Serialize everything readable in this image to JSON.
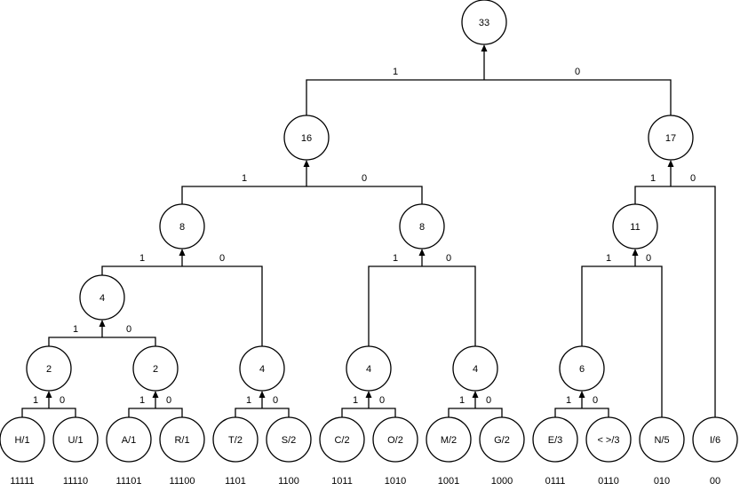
{
  "diagram": {
    "root": "n33",
    "nodes": {
      "n33": {
        "label": "33"
      },
      "n16": {
        "label": "16"
      },
      "n17": {
        "label": "17"
      },
      "n8a": {
        "label": "8"
      },
      "n8b": {
        "label": "8"
      },
      "n11": {
        "label": "11"
      },
      "n4a": {
        "label": "4"
      },
      "n2a": {
        "label": "2"
      },
      "n2b": {
        "label": "2"
      },
      "n4b": {
        "label": "4"
      },
      "n4c": {
        "label": "4"
      },
      "n4d": {
        "label": "4"
      },
      "n6": {
        "label": "6"
      },
      "H": {
        "label": "H/1",
        "code": "11111"
      },
      "U": {
        "label": "U/1",
        "code": "11110"
      },
      "A": {
        "label": "A/1",
        "code": "11101"
      },
      "R": {
        "label": "R/1",
        "code": "11100"
      },
      "T": {
        "label": "T/2",
        "code": "1101"
      },
      "S": {
        "label": "S/2",
        "code": "1100"
      },
      "C": {
        "label": "C/2",
        "code": "1011"
      },
      "O": {
        "label": "O/2",
        "code": "1010"
      },
      "M": {
        "label": "M/2",
        "code": "1001"
      },
      "G": {
        "label": "G/2",
        "code": "1000"
      },
      "E": {
        "label": "E/3",
        "code": "0111"
      },
      "SP": {
        "label": "< >/3",
        "code": "0110"
      },
      "N": {
        "label": "N/5",
        "code": "010"
      },
      "I": {
        "label": "I/6",
        "code": "00"
      }
    },
    "edges": [
      {
        "parent": "n33",
        "left": "n16",
        "right": "n17",
        "left_bit": "1",
        "right_bit": "0"
      },
      {
        "parent": "n16",
        "left": "n8a",
        "right": "n8b",
        "left_bit": "1",
        "right_bit": "0"
      },
      {
        "parent": "n17",
        "left": "n11",
        "right": "I",
        "left_bit": "1",
        "right_bit": "0"
      },
      {
        "parent": "n8a",
        "left": "n4a",
        "right": "n4b",
        "left_bit": "1",
        "right_bit": "0"
      },
      {
        "parent": "n8b",
        "left": "n4c",
        "right": "n4d",
        "left_bit": "1",
        "right_bit": "0"
      },
      {
        "parent": "n11",
        "left": "n6",
        "right": "N",
        "left_bit": "1",
        "right_bit": "0"
      },
      {
        "parent": "n4a",
        "left": "n2a",
        "right": "n2b",
        "left_bit": "1",
        "right_bit": "0"
      },
      {
        "parent": "n2a",
        "left": "H",
        "right": "U",
        "left_bit": "1",
        "right_bit": "0"
      },
      {
        "parent": "n2b",
        "left": "A",
        "right": "R",
        "left_bit": "1",
        "right_bit": "0"
      },
      {
        "parent": "n4b",
        "left": "T",
        "right": "S",
        "left_bit": "1",
        "right_bit": "0"
      },
      {
        "parent": "n4c",
        "left": "C",
        "right": "O",
        "left_bit": "1",
        "right_bit": "0"
      },
      {
        "parent": "n4d",
        "left": "M",
        "right": "G",
        "left_bit": "1",
        "right_bit": "0"
      },
      {
        "parent": "n6",
        "left": "E",
        "right": "SP",
        "left_bit": "1",
        "right_bit": "0"
      }
    ]
  }
}
